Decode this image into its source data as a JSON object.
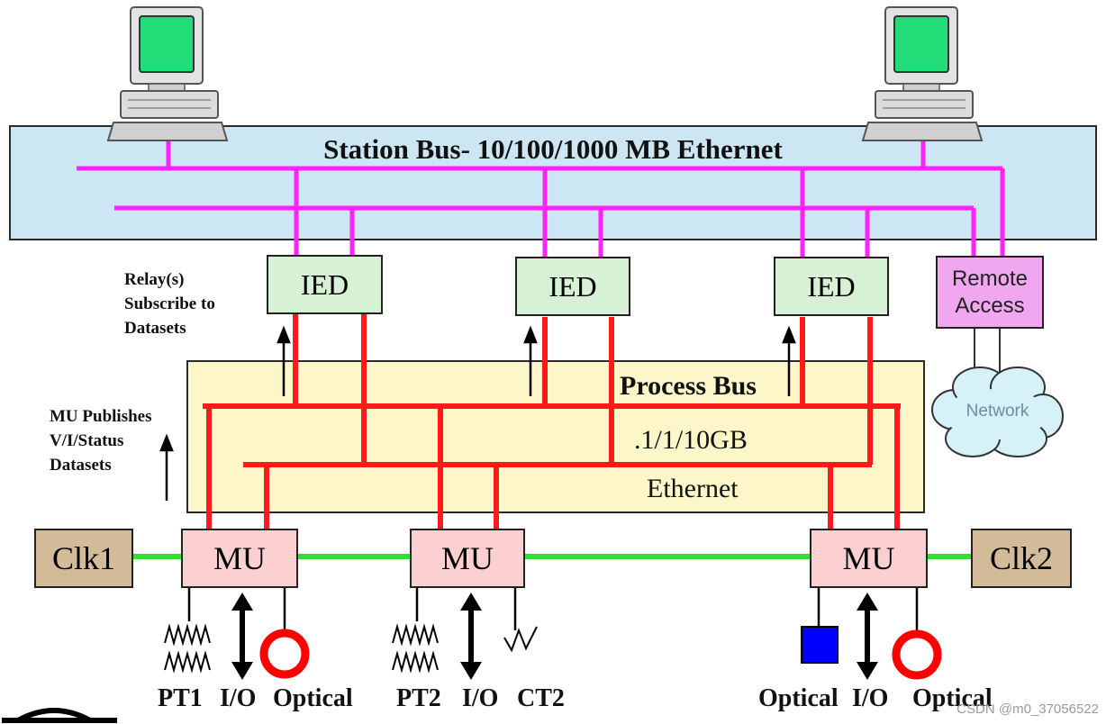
{
  "station_bus": {
    "title": "Station Bus- 10/100/1000 MB Ethernet"
  },
  "ieds": [
    "IED",
    "IED",
    "IED"
  ],
  "remote_access": {
    "label": "Remote\nAccess"
  },
  "network": {
    "label": "Network"
  },
  "process_bus": {
    "title": "Process Bus",
    "speed": ".1/1/10GB",
    "medium": "Ethernet"
  },
  "side_labels": {
    "relay": "Relay(s)\nSubscribe to\nDatasets",
    "mu": "MU Publishes\nV/I/Status\nDatasets"
  },
  "mus": [
    "MU",
    "MU",
    "MU"
  ],
  "clocks": [
    "Clk1",
    "Clk2"
  ],
  "bottom_labels": {
    "mu1": [
      "PT1",
      "I/O",
      "Optical"
    ],
    "mu2": [
      "PT2",
      "I/O",
      "CT2"
    ],
    "mu3": [
      "Optical",
      "I/O",
      "Optical"
    ]
  },
  "watermark": "CSDN @m0_37056522",
  "colors": {
    "station_bus_lines": "#ff22ff",
    "process_bus_lines": "#ff1a1a",
    "sync_line": "#33dd33",
    "screen": "#22dd77",
    "optical_ring": "#ff0000",
    "optical_square": "#0000ff"
  }
}
